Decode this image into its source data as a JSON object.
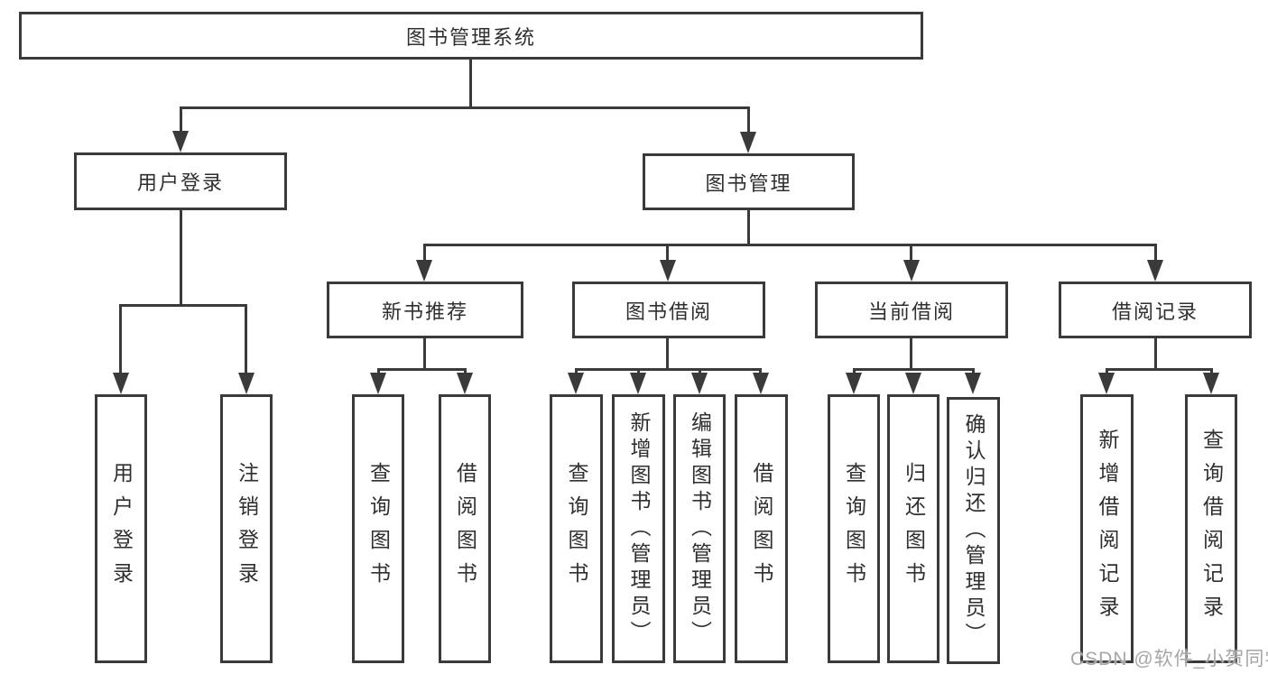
{
  "diagram": {
    "title_node": {
      "label": "图书管理系统"
    },
    "level2": [
      {
        "label": "用户登录"
      },
      {
        "label": "图书管理"
      }
    ],
    "level3": [
      {
        "label": "新书推荐"
      },
      {
        "label": "图书借阅"
      },
      {
        "label": "当前借阅"
      },
      {
        "label": "借阅记录"
      }
    ],
    "leaves": {
      "user_login": [
        {
          "label": "用户登录"
        },
        {
          "label": "注销登录"
        }
      ],
      "new_book": [
        {
          "label": "查询图书"
        },
        {
          "label": "借阅图书"
        }
      ],
      "book_borrow": [
        {
          "label": "查询图书"
        },
        {
          "label": "新增图书（管理员）"
        },
        {
          "label": "编辑图书（管理员）"
        },
        {
          "label": "借阅图书"
        }
      ],
      "current_borrow": [
        {
          "label": "查询图书"
        },
        {
          "label": "归还图书"
        },
        {
          "label": "确认归还（管理员）"
        }
      ],
      "borrow_record": [
        {
          "label": "新增借阅记录"
        },
        {
          "label": "查询借阅记录"
        }
      ]
    },
    "watermark": "CSDN @软件_小贺同学",
    "colors": {
      "line": "#3a3a3a",
      "text": "#2f2f2f",
      "watermark": "#a6a6a6",
      "background": "#ffffff"
    }
  }
}
